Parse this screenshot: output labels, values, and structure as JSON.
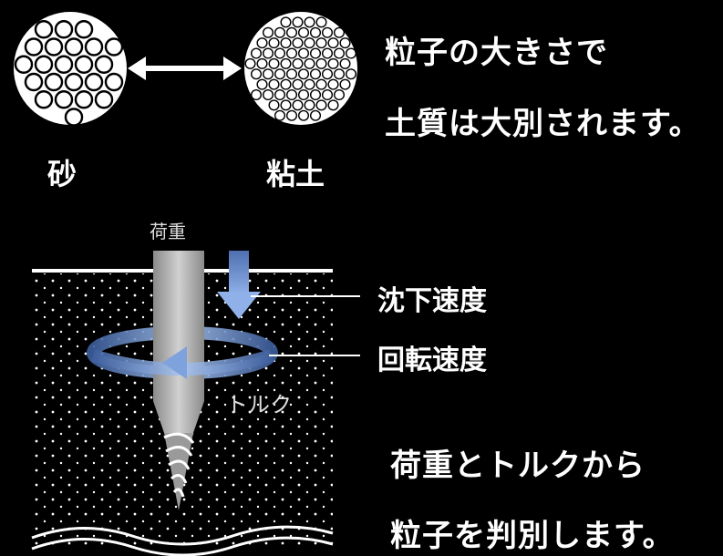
{
  "particles": {
    "sand_label": "砂",
    "clay_label": "粘土"
  },
  "intro_text": {
    "line1": "粒子の大きさで",
    "line2": "土質は大別されます。"
  },
  "diagram": {
    "load_label": "荷重",
    "settlement_speed_label": "沈下速度",
    "rotation_speed_label": "回転速度",
    "torque_label": "トルク"
  },
  "conclusion_text": {
    "line1": "荷重とトルクから",
    "line2": "粒子を判別します。"
  },
  "colors": {
    "background": "#000000",
    "arrow_blue": "#6f8fc8",
    "rod_gray": "#b8b8b8"
  }
}
